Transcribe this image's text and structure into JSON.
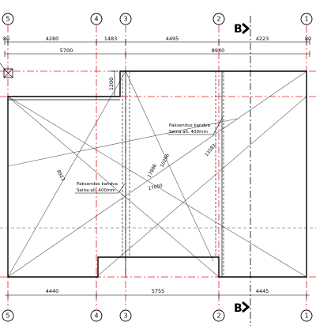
{
  "grid_axes": [
    {
      "label": "5"
    },
    {
      "label": "4"
    },
    {
      "label": "3"
    },
    {
      "label": "2"
    },
    {
      "label": "1"
    }
  ],
  "section_marker": {
    "label": "B"
  },
  "top_dimensions": {
    "row1": [
      "80",
      "4280",
      "1483",
      "4495",
      "4223",
      "80"
    ],
    "row2": [
      "5700",
      "8940"
    ]
  },
  "bottom_dimensions": [
    "4440",
    "5755",
    "4445"
  ],
  "vertical_dimension": "1200",
  "notes": [
    {
      "line1": "Paksendus kandva",
      "line2": "Seina all. 400mm"
    },
    {
      "line1": "Paksendus kandva",
      "line2": "Seina all. 400mm"
    }
  ],
  "diagonal_lengths": [
    "8923",
    "17886",
    "10296",
    "17050",
    "13583"
  ],
  "colors": {
    "axis": "#e0202a",
    "lines": "#000000"
  }
}
